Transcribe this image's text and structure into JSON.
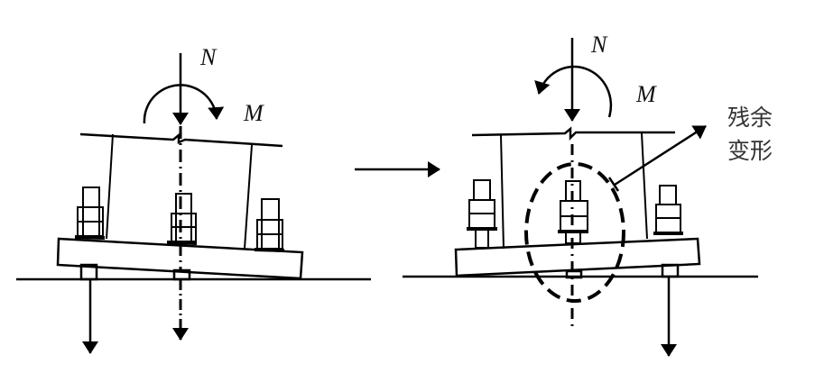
{
  "left_panel": {
    "force_label": "N",
    "moment_label": "M"
  },
  "right_panel": {
    "force_label": "N",
    "moment_label": "M",
    "annotation_line1": "残余",
    "annotation_line2": "变形"
  }
}
